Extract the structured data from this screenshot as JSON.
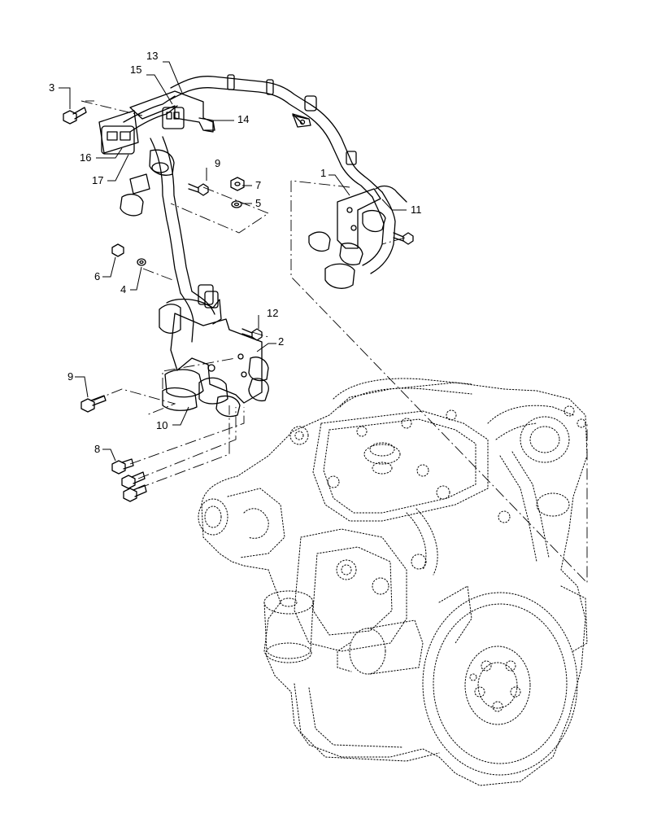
{
  "callouts": [
    {
      "id": "c13",
      "label": "13"
    },
    {
      "id": "c15",
      "label": "15"
    },
    {
      "id": "c3",
      "label": "3"
    },
    {
      "id": "c14",
      "label": "14"
    },
    {
      "id": "c16",
      "label": "16"
    },
    {
      "id": "c17",
      "label": "17"
    },
    {
      "id": "c9a",
      "label": "9"
    },
    {
      "id": "c7",
      "label": "7"
    },
    {
      "id": "c5",
      "label": "5"
    },
    {
      "id": "c1",
      "label": "1"
    },
    {
      "id": "c11",
      "label": "11"
    },
    {
      "id": "c6",
      "label": "6"
    },
    {
      "id": "c4",
      "label": "4"
    },
    {
      "id": "c12",
      "label": "12"
    },
    {
      "id": "c2",
      "label": "2"
    },
    {
      "id": "c9b",
      "label": "9"
    },
    {
      "id": "c10",
      "label": "10"
    },
    {
      "id": "c8",
      "label": "8"
    }
  ]
}
